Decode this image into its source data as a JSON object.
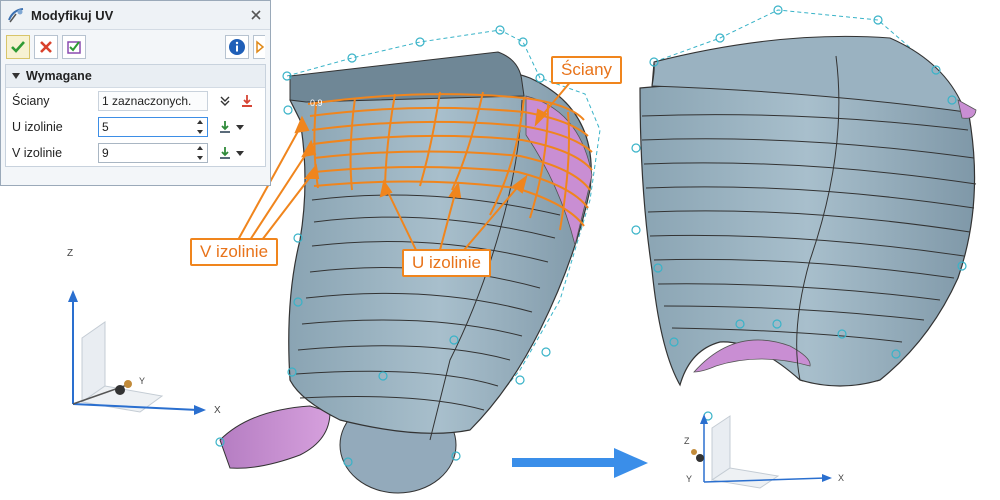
{
  "dialog": {
    "title": "Modyfikuj UV",
    "toolbar": {
      "ok": "ok",
      "cancel": "cancel",
      "apply": "apply",
      "info": "info",
      "next": "next"
    },
    "section_title": "Wymagane",
    "fields": [
      {
        "label": "Ściany",
        "value": "1 zaznaczonych."
      },
      {
        "label": "U izolinie",
        "value": "5"
      },
      {
        "label": "V izolinie",
        "value": "9"
      }
    ],
    "colors": {
      "accent": "#3d8ee6",
      "ok_green": "#2f9b35",
      "cancel_red": "#d9412b"
    }
  },
  "annotations": {
    "sciany": "Ściany",
    "v_izolinie": "V izolinie",
    "u_izolinie": "U izolinie",
    "iso_value": "0.9",
    "color": "#f0851d"
  },
  "axes_left": {
    "x": "X",
    "y": "Y",
    "z": "Z"
  },
  "axes_right": {
    "x": "X",
    "y": "Y",
    "z": "Z"
  },
  "colors": {
    "surface": "#96aebd",
    "surface_dark": "#5f7584",
    "face_pink": "#c98ed3",
    "arrow_blue": "#3a8ee9",
    "handle_cyan": "#39b3c8"
  }
}
